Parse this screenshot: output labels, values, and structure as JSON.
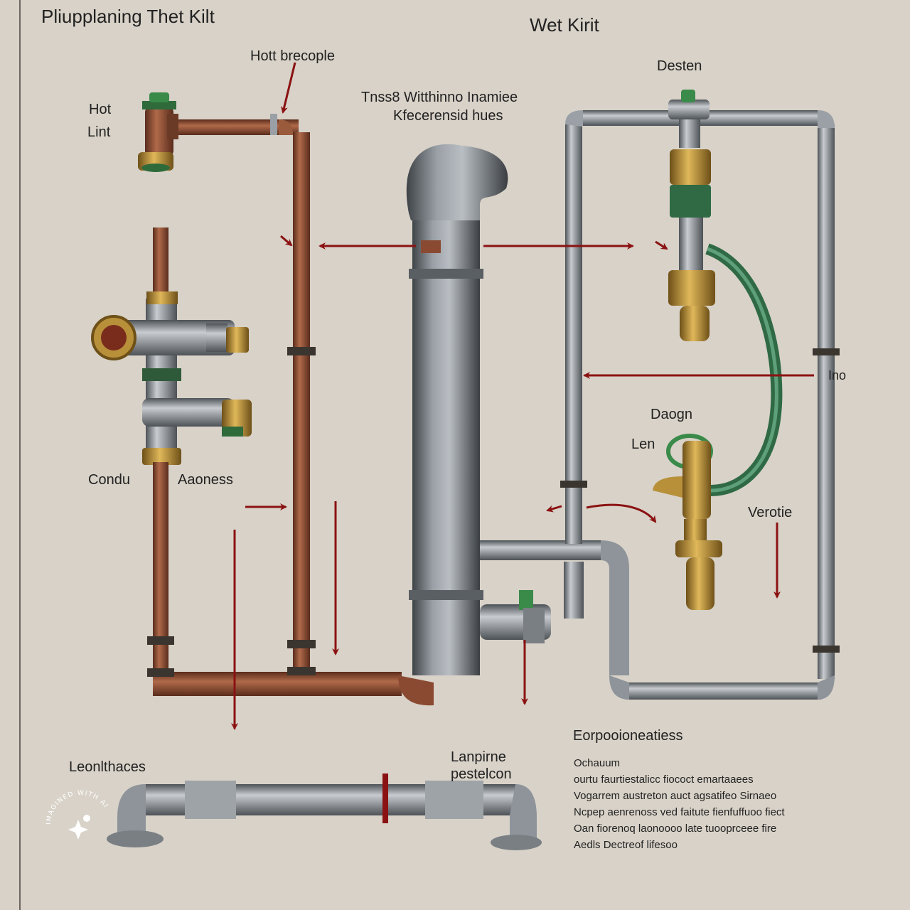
{
  "title": "Pliupplaning Thet Kilt",
  "subtitle": "Wet Kirit",
  "labels": {
    "hot_brecople": "Hott brecople",
    "hot": "Hot",
    "lint": "Lint",
    "top_center_line1": "Tnss8 Witthinno Inamiee",
    "top_center_line2": "Kfecerensid hues",
    "desten": "Desten",
    "condu": "Condu",
    "aaoness": "Aaoness",
    "daogn": "Daogn",
    "len": "Len",
    "ino": "Ino",
    "verotie": "Verotie",
    "leonlthaces": "Leonlthaces",
    "lanpirne_line1": "Lanpirne",
    "lanpirne_line2": "pestelcon"
  },
  "notes": {
    "heading": "Eorpooioneatiess",
    "lines": [
      "Ochauum",
      "ourtu faurtiestalicc fiococt emartaaees",
      "Vogarrem austreton auct agsatifeo Sirnaeo",
      "Ncpep aenrenoss ved faitute fienfuffuoo fiect",
      "Oan fiorenoq laonoooo late tuooprceee fire",
      "Aedls Dectreof lifesoo"
    ]
  },
  "watermark": "IMAGINED WITH AI",
  "colors": {
    "background": "#d8d2c8",
    "copper": "#8a4a32",
    "steel": "#8e949a",
    "hose": "#3f7f5a",
    "brass": "#b8903a",
    "arrow": "#8b1212"
  }
}
